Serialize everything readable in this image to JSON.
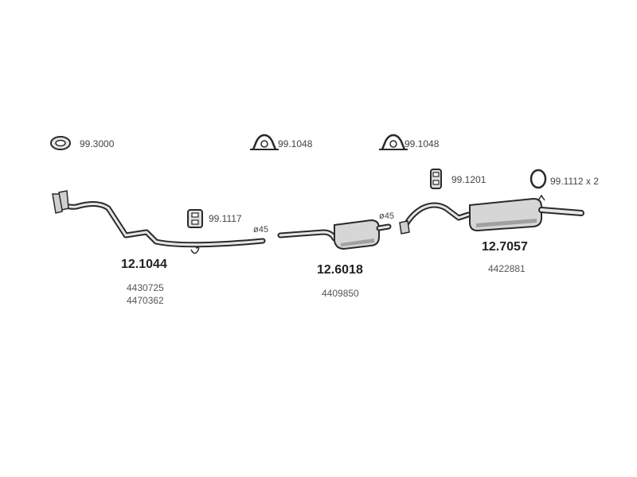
{
  "fittings": {
    "gasket": "99.3000",
    "clamp_a": "99.1048",
    "clamp_b": "99.1048",
    "hanger_front": "99.1117",
    "hanger_rear": "99.1201",
    "ring_rear": "99.1112 x 2"
  },
  "front_pipe": {
    "part_no": "12.1044",
    "oe_1": "4430725",
    "oe_2": "4470362",
    "diameter": "ø45"
  },
  "middle_silencer": {
    "part_no": "12.6018",
    "oe_1": "4409850",
    "diameter": "ø45"
  },
  "rear_silencer": {
    "part_no": "12.7057",
    "oe_1": "4422881"
  },
  "colors": {
    "line": "#2a2a2a",
    "fill": "#d9d9d9",
    "shade": "#9a9a9a"
  }
}
